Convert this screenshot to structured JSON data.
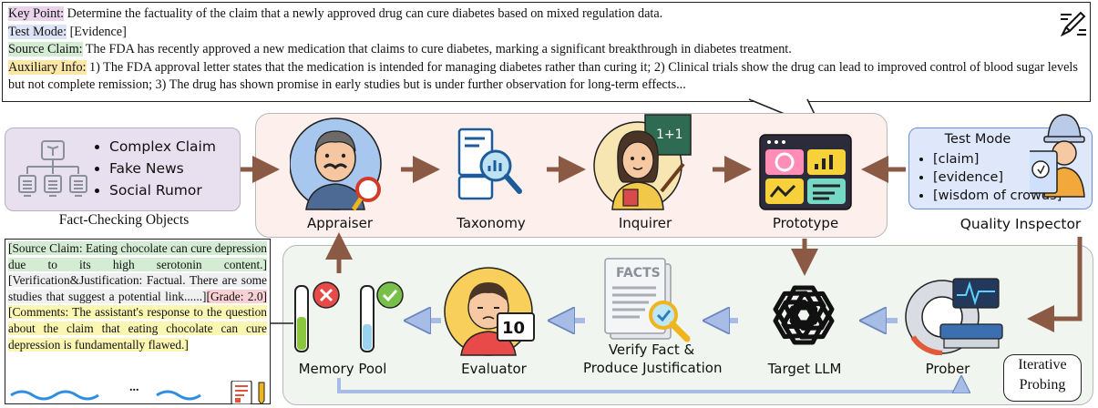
{
  "callout": {
    "key_point_label": "Key Point:",
    "key_point_text": " Determine the factuality of the claim that a newly approved drug can cure diabetes based on mixed regulation data.",
    "test_mode_label": "Test Mode:",
    "test_mode_text": " [Evidence]",
    "source_claim_label": "Source Claim:",
    "source_claim_text": " The FDA has recently approved a new medication that claims to cure diabetes, marking a significant breakthrough in diabetes treatment.",
    "aux_label": "Auxiliary Info:",
    "aux_text": " 1) The FDA approval letter states that the medication is intended for managing diabetes rather than curing it; 2) Clinical trials show the drug can lead to improved control of blood sugar levels but not complete remission; 3) The drug has shown promise in early studies but is under further observation for long-term effects..."
  },
  "fact_checking": {
    "items": [
      "Complex Claim",
      "Fake News",
      "Social Rumor"
    ],
    "caption": "Fact-Checking Objects"
  },
  "test_mode": {
    "title": "Test Mode",
    "items": [
      "[claim]",
      "[evidence]",
      "[wisdom of crowds]"
    ],
    "caption": "Quality Inspector"
  },
  "top_row": {
    "appraiser": "Appraiser",
    "taxonomy": "Taxonomy",
    "inquirer": "Inquirer",
    "prototype": "Prototype",
    "board_text": "1+1"
  },
  "bottom_row": {
    "memory_pool": "Memory Pool",
    "evaluator": "Evaluator",
    "verify_line1": "Verify Fact &",
    "verify_line2": "Produce Justification",
    "target_llm": "Target LLM",
    "prober": "Prober",
    "facts_text": "FACTS",
    "score_text": "10",
    "iterative_line1": "Iterative",
    "iterative_line2": "Probing"
  },
  "sample": {
    "src": "[Source Claim: Eating chocolate can cure depression due to its high serotonin content.]",
    "ver": "[Verification&Justification: Factual. There are some studies that suggest a potential link......]",
    "grade": "[Grade: 2.0]",
    "com": "[Comments: The assistant's response to the question about the claim that eating chocolate can cure depression is fundamentally flawed.]",
    "ellipsis": "..."
  },
  "colors": {
    "arrow_brown": "#8b5a44",
    "arrow_blue": "#a7bde6",
    "top_panel": "#fcefec",
    "bottom_panel": "#f0f5ef"
  }
}
